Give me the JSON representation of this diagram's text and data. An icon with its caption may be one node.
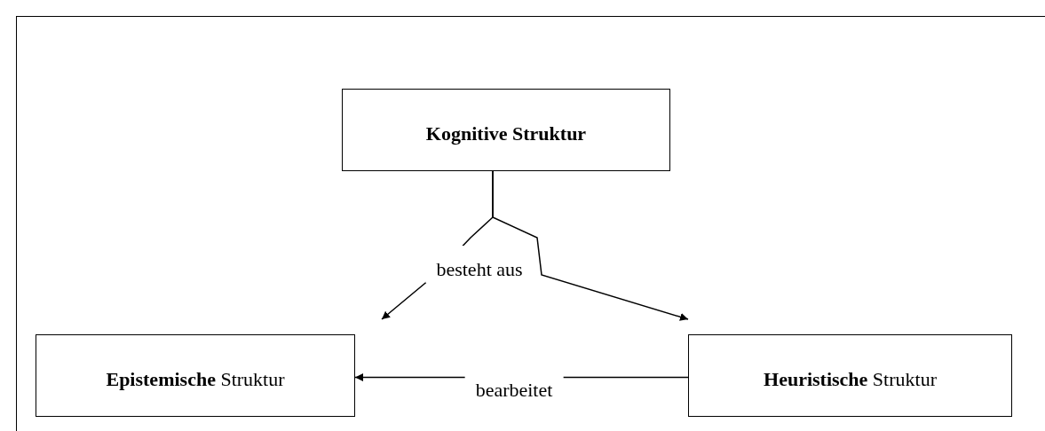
{
  "diagram": {
    "nodes": [
      {
        "text": [
          "Kognitive Struktur"
        ]
      },
      {
        "text": [
          "**Epistemische** Struktur"
        ]
      },
      {
        "text": [
          "**Heuristische** Struktur"
        ]
      }
    ],
    "edges": [
      {
        "from": 0,
        "to": 1,
        "arrow": "to",
        "label": "besteht aus"
      },
      {
        "from": 0,
        "to": 2,
        "arrow": "to"
      },
      {
        "from": 2,
        "to": 1,
        "arrow": "to",
        "label": "bearbeitet"
      }
    ]
  }
}
